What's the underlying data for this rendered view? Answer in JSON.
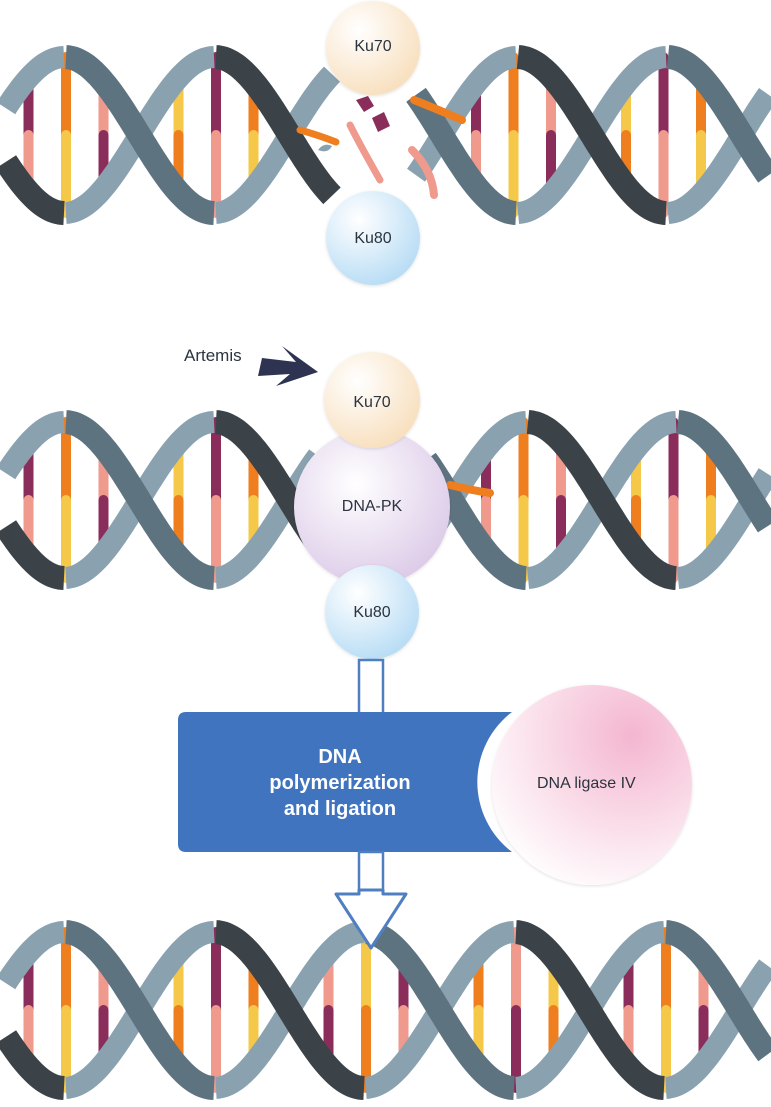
{
  "colors": {
    "backbone_dark": "#3c4348",
    "backbone_mid": "#5e7380",
    "backbone_light": "#8aa2b0",
    "base_pink": "#f09a8e",
    "base_purple": "#8a2d5b",
    "base_orange": "#ee7e1e",
    "base_yellow": "#f5c84a",
    "ku70": "#fbe9cf",
    "ku80": "#cfe8f8",
    "dna_pk": "#e4d6ec",
    "ligase": "#f6c8dc",
    "process_box": "#4174be",
    "arrow_stroke": "#4f7fc0",
    "artemis_arrow": "#2f3352"
  },
  "icons": {
    "artemis_pointer": "chevron-arrow-icon",
    "flow_arrow": "hollow-down-arrow-icon"
  },
  "stage1": {
    "ku70_label": "Ku70",
    "ku80_label": "Ku80"
  },
  "stage2": {
    "artemis_label": "Artemis",
    "ku70_label": "Ku70",
    "dna_pk_label": "DNA-PK",
    "ku80_label": "Ku80"
  },
  "process": {
    "lines": [
      "DNA",
      "polymerization",
      "and ligation"
    ],
    "enzyme_label": "DNA ligase IV"
  }
}
